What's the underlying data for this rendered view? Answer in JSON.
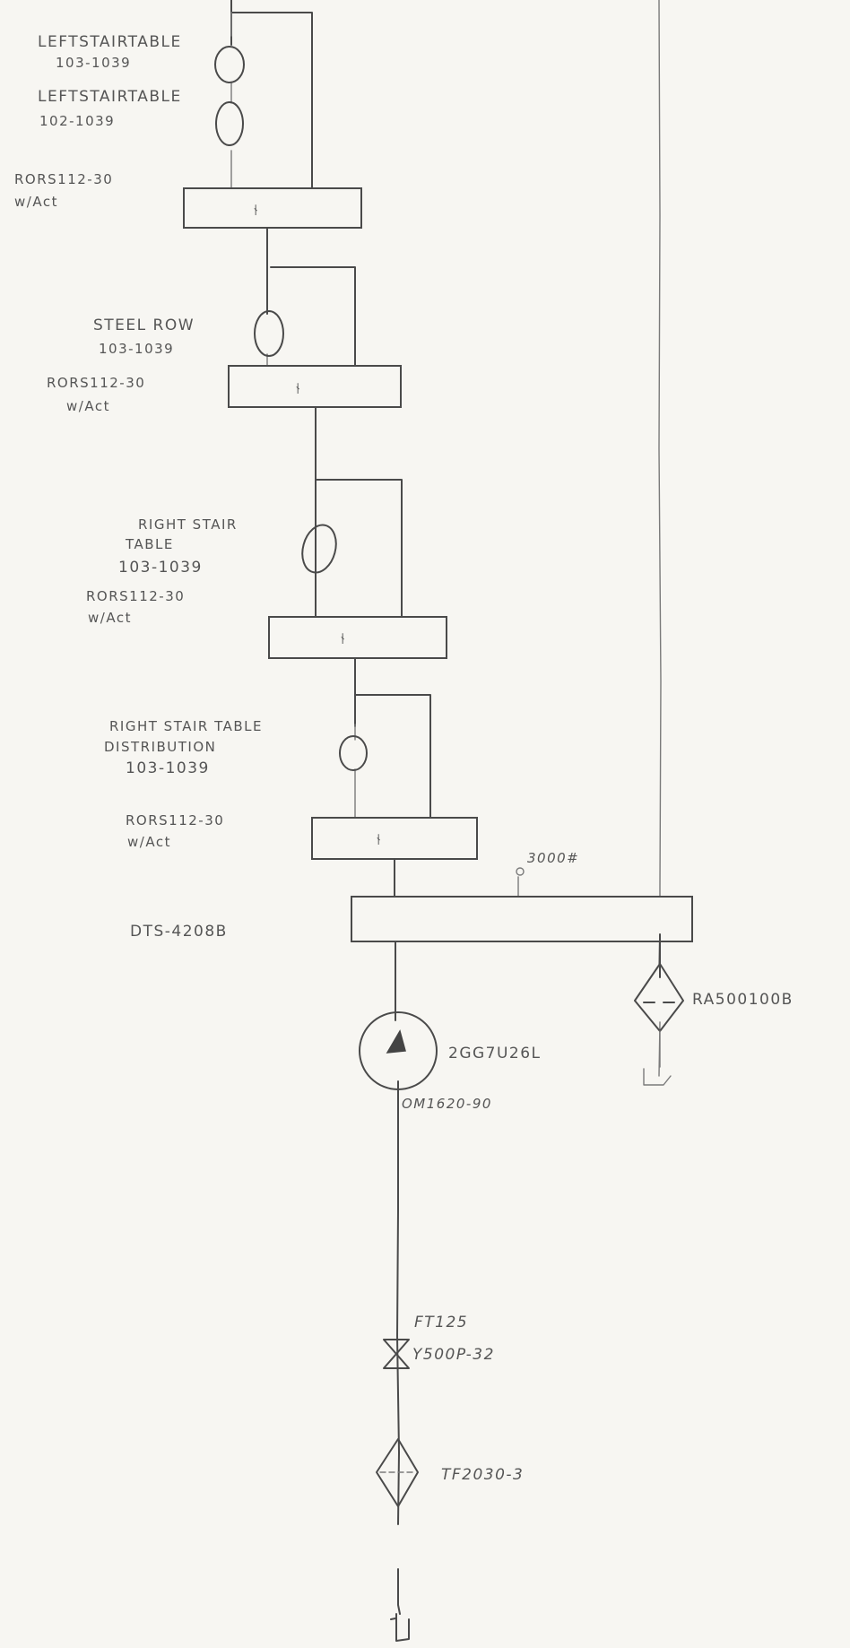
{
  "diagram": {
    "left_stair_table_valve_1": {
      "name": "LEFTSTAIRTABLE",
      "number": "103-1039"
    },
    "left_stair_table_valve_2": {
      "name": "LEFTSTAIRTABLE",
      "number": "102-1039"
    },
    "manifold_1": {
      "part": "RORS112-30",
      "note": "w/Act",
      "symbol": "⫮"
    },
    "steel_row_valve": {
      "name": "STEEL ROW",
      "number": "103-1039"
    },
    "manifold_2": {
      "part": "RORS112-30",
      "note": "w/Act",
      "symbol": "⫮"
    },
    "right_stair_table_valve": {
      "name_line1": "RIGHT STAIR",
      "name_line2": "TABLE",
      "number": "103-1039"
    },
    "manifold_3": {
      "part": "RORS112-30",
      "note": "w/Act",
      "symbol": "⫮"
    },
    "right_stair_distribution_valve": {
      "name_line1": "RIGHT STAIR TABLE",
      "name_line2": "DISTRIBUTION",
      "number": "103-1039"
    },
    "manifold_4": {
      "part": "RORS112-30",
      "note": "w/Act",
      "symbol": "⫮"
    },
    "pressure_gauge": {
      "value": "3000#"
    },
    "main_block": {
      "part": "DTS-4208B"
    },
    "return_filter": {
      "part": "RA500100B"
    },
    "pump": {
      "part": "2GG7U26L"
    },
    "hose": {
      "part": "OM1620-90"
    },
    "ball_valve": {
      "part_line1": "FT125",
      "part_line2": "Y500P-32"
    },
    "suction_strainer": {
      "part": "TF2030-3"
    }
  }
}
